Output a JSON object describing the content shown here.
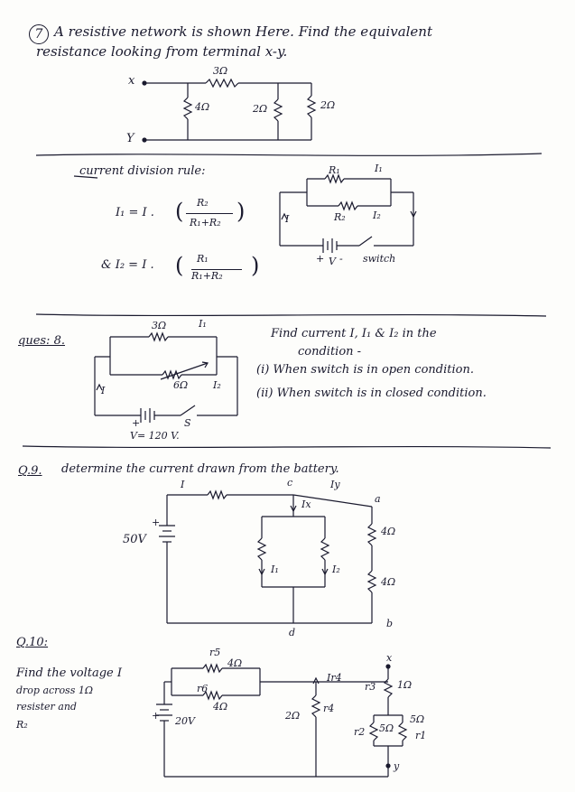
{
  "q7": {
    "number": "7",
    "line1": "A resistive network is shown Here. Find the equivalent",
    "line2": "resistance looking from terminal x-y.",
    "term_x": "x",
    "term_y": "Y",
    "r_top": "3Ω",
    "r_left": "4Ω",
    "r_mid": "2Ω",
    "r_right": "2Ω"
  },
  "cdr": {
    "heading": "current division rule:",
    "eq1_lhs": "I₁ = I .",
    "eq1_num": "R₂",
    "eq1_den": "R₁+R₂",
    "eq2_lhs": "& I₂ = I .",
    "eq2_num": "R₁",
    "eq2_den": "R₁+R₂",
    "r1": "R₁",
    "r2": "R₂",
    "i1": "I₁",
    "i2": "I₂",
    "i": "I",
    "v": "V",
    "plus": "+",
    "minus": "-",
    "switch": "switch"
  },
  "q8": {
    "label": "ques: 8.",
    "r1": "3Ω",
    "r2": "6Ω",
    "i1": "I₁",
    "i2": "I₂",
    "i": "I",
    "s": "S",
    "v": "V= 120 V.",
    "plus": "+",
    "line1": "Find current I, I₁ & I₂ in the",
    "line2": "condition -",
    "cond1": "(i) When switch is in open condition.",
    "cond2": "(ii) When switch is in closed condition."
  },
  "q9": {
    "label": "Q.9.",
    "text": "determine the current drawn from the battery.",
    "i": "I",
    "node_c": "c",
    "iy": "Iy",
    "ix": "Ix",
    "node_a": "a",
    "v": "50V",
    "plus": "+",
    "i1": "I₁",
    "i2": "I₂",
    "r_top": "4Ω",
    "r_bot": "4Ω",
    "node_d": "d",
    "node_b": "b"
  },
  "q10": {
    "label": "Q.10:",
    "line1": "Find the voltage I",
    "line2": "drop across 1Ω",
    "line3": "resister and",
    "line4": "R₂",
    "r5_name": "r5",
    "r5_val": "4Ω",
    "r6_name": "r6",
    "r6_val": "4Ω",
    "v": "20V",
    "plus": "+",
    "ir4": "Ir4",
    "r4": "r4",
    "r_2ohm": "2Ω",
    "node_x": "x",
    "r3": "r3",
    "r_1ohm": "1Ω",
    "r2_name": "r2",
    "r2_val": "5Ω",
    "r1_val": "5Ω",
    "r1_name": "r1",
    "node_y": "y"
  }
}
